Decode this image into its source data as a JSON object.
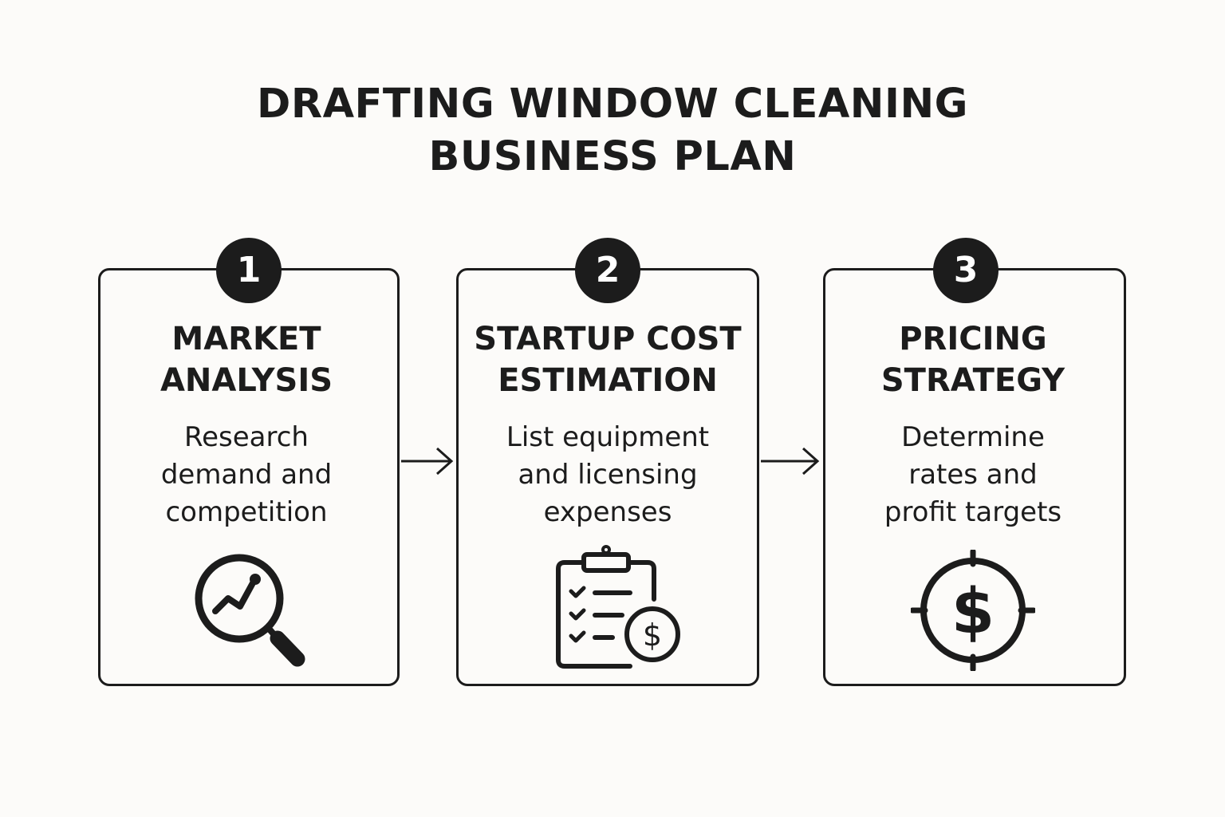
{
  "title": {
    "line1": "DRAFTING WINDOW CLEANING",
    "line2": "BUSINESS PLAN"
  },
  "steps": [
    {
      "number": "1",
      "title_lines": [
        "MARKET",
        "ANALYSIS"
      ],
      "desc_lines": [
        "Research",
        "demand and",
        "competition"
      ],
      "icon": "magnifier-chart-icon"
    },
    {
      "number": "2",
      "title_lines": [
        "STARTUP COST",
        "ESTIMATION"
      ],
      "desc_lines": [
        "List equipment",
        "and licensing",
        "expenses"
      ],
      "icon": "clipboard-dollar-icon"
    },
    {
      "number": "3",
      "title_lines": [
        "PRICING",
        "STRATEGY"
      ],
      "desc_lines": [
        "Determine",
        "rates and",
        "profit targets"
      ],
      "icon": "dollar-target-icon"
    }
  ],
  "icon_dollar_glyph": "$",
  "colors": {
    "background": "#fcfbf9",
    "ink": "#1c1c1c",
    "badge_text": "#ffffff"
  }
}
